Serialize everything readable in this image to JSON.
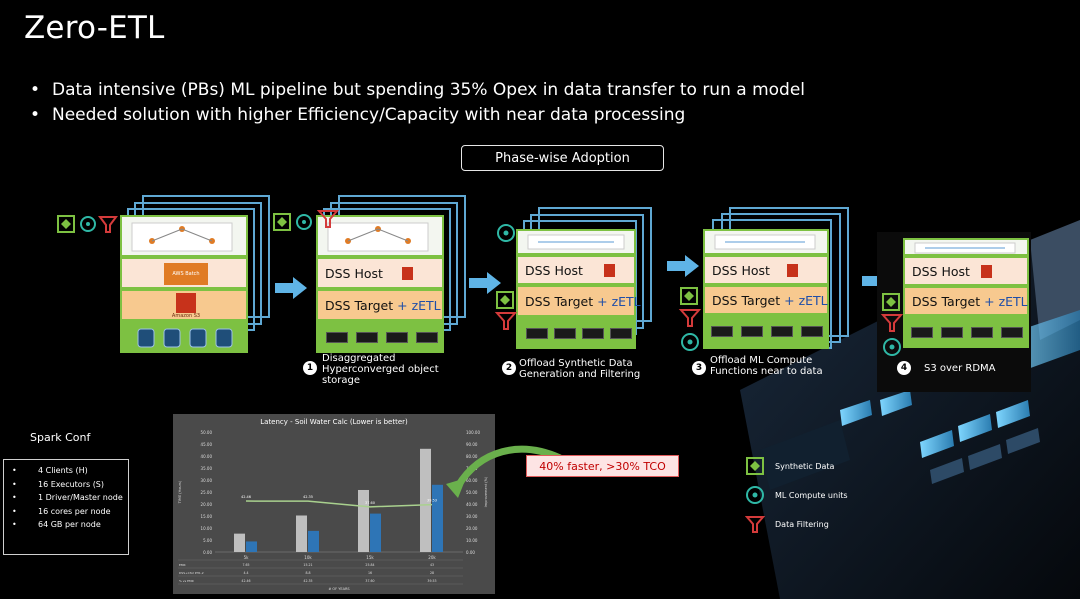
{
  "title": "Zero-ETL",
  "bullets": [
    "Data intensive (PBs) ML pipeline but spending 35% Opex in data transfer to run a model",
    "Needed solution with higher Efficiency/Capacity with near data processing"
  ],
  "phase_label": "Phase-wise Adoption",
  "stacks": {
    "aws_batch": "AWS Batch",
    "amazon_s3": "Amazon S3",
    "dss_host": "DSS Host",
    "dss_target": "DSS Target",
    "zetl": "+ zETL"
  },
  "steps": [
    {
      "num": "1",
      "label": "Disaggregated Hyperconverged object storage"
    },
    {
      "num": "2",
      "label": "Offload Synthetic Data Generation and Filtering"
    },
    {
      "num": "3",
      "label": "Offload ML Compute Functions near to data"
    },
    {
      "num": "4",
      "label": "S3 over RDMA"
    }
  ],
  "spark": {
    "title": "Spark Conf",
    "items": [
      "4 Clients (H)",
      "16 Executors (S)",
      "1 Driver/Master node",
      "16 cores per node",
      "64 GB per node"
    ]
  },
  "callout": "40% faster, >30% TCO",
  "legend": {
    "synthetic": "Synthetic Data",
    "ml": "ML Compute units",
    "filtering": "Data Filtering"
  },
  "colors": {
    "frame_blue": "#5fa8d3",
    "layer_green": "#7dc142",
    "host_bg": "#fbe5d6",
    "target_bg": "#f7c98f",
    "zetl_blue": "#1f4ea8",
    "callout_red": "#c00000",
    "series_emr": "#bfbfbf",
    "series_dss": "#2e75b6",
    "series_line": "#a9d18e"
  },
  "chart_data": {
    "type": "bar",
    "title": "Latency - Soil Water Calc (Lower is better)",
    "categories": [
      "5k",
      "10k",
      "15k",
      "20k"
    ],
    "xlabel": "# OF YEARS",
    "ylabel": "TIME (Hours)",
    "y2label": "Improvement (%)",
    "ylim": [
      0,
      50
    ],
    "y_ticks": [
      "0.00",
      "5.00",
      "10.00",
      "15.00",
      "20.00",
      "25.00",
      "30.00",
      "35.00",
      "40.00",
      "45.00",
      "50.00"
    ],
    "y2lim": [
      0,
      100
    ],
    "y2_ticks": [
      "0.00",
      "10.00",
      "20.00",
      "30.00",
      "40.00",
      "50.00",
      "60.00",
      "70.00",
      "80.00",
      "90.00",
      "100.00"
    ],
    "series": [
      {
        "name": "EMR",
        "kind": "bar",
        "values": [
          7.65,
          15.21,
          25.84,
          43
        ],
        "labels": [
          "7.65",
          "15.21",
          "25.84",
          "43"
        ]
      },
      {
        "name": "DSS+CSU PH1,2",
        "kind": "bar",
        "values": [
          4.4,
          8.8,
          16,
          28
        ],
        "labels": [
          "4.4",
          "8.8",
          "16",
          "28"
        ]
      },
      {
        "name": "% vs EMR",
        "kind": "line",
        "axis": "y2",
        "values": [
          42.46,
          42.35,
          37.6,
          39.53
        ],
        "labels": [
          "42.46",
          "42.35",
          "37.60",
          "39.53"
        ]
      }
    ],
    "legend": "bottom-table",
    "grid": false
  }
}
